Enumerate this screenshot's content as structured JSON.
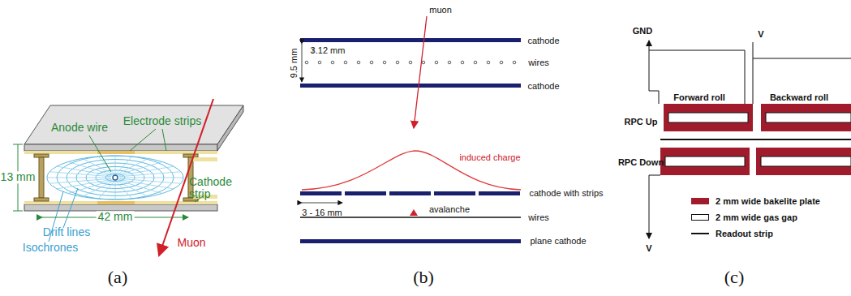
{
  "diagram": {
    "caption": "",
    "labels": [
      "Anode wire",
      "Electrode strips",
      "13 mm",
      "42 mm",
      "Isochrones",
      "Drift lines",
      "Cathode strip",
      "Muon",
      "muon",
      "cathode",
      "3.12 mm",
      "9.5 mm",
      "wires",
      "cathode",
      "induced charge",
      "cathode with strips",
      "3 - 16 mm",
      "avalanche",
      "wires",
      "plane cathode",
      "GND",
      "V",
      "Forward roll",
      "Backward roll",
      "RPC Up",
      "RPC Down",
      "V",
      "(a)",
      "(b)",
      "(c)"
    ],
    "legend": [
      {
        "text": "2 mm wide bakelite plate",
        "color": "#a01c2c"
      },
      {
        "text": "2 mm wide gas gap"
      },
      {
        "text": "Readout strip"
      }
    ]
  }
}
